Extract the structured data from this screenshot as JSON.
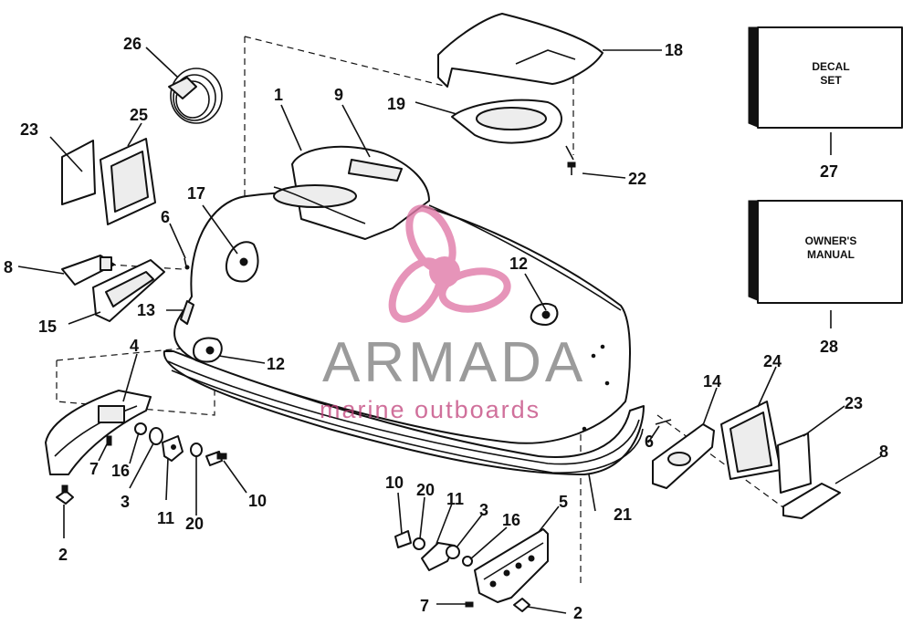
{
  "diagram": {
    "callouts": {
      "c1": "1",
      "c2a": "2",
      "c2b": "2",
      "c3a": "3",
      "c3b": "3",
      "c4": "4",
      "c5": "5",
      "c6a": "6",
      "c6b": "6",
      "c7a": "7",
      "c7b": "7",
      "c8a": "8",
      "c8b": "8",
      "c9": "9",
      "c10a": "10",
      "c10b": "10",
      "c11a": "11",
      "c11b": "11",
      "c12a": "12",
      "c12b": "12",
      "c13": "13",
      "c14": "14",
      "c15": "15",
      "c16a": "16",
      "c16b": "16",
      "c17": "17",
      "c18": "18",
      "c19": "19",
      "c20a": "20",
      "c20b": "20",
      "c21": "21",
      "c22": "22",
      "c23a": "23",
      "c23b": "23",
      "c24": "24",
      "c25": "25",
      "c26": "26",
      "c27": "27",
      "c28": "28"
    },
    "boxes": {
      "decal_line1": "DECAL",
      "decal_line2": "SET",
      "manual_line1": "OWNER'S",
      "manual_line2": "MANUAL"
    }
  },
  "watermark": {
    "brand": "ARMADA",
    "tagline": "marine outboards",
    "logo": "propeller-logo",
    "brand_color": "#e07aa8",
    "text_color": "#8a8a8a"
  }
}
